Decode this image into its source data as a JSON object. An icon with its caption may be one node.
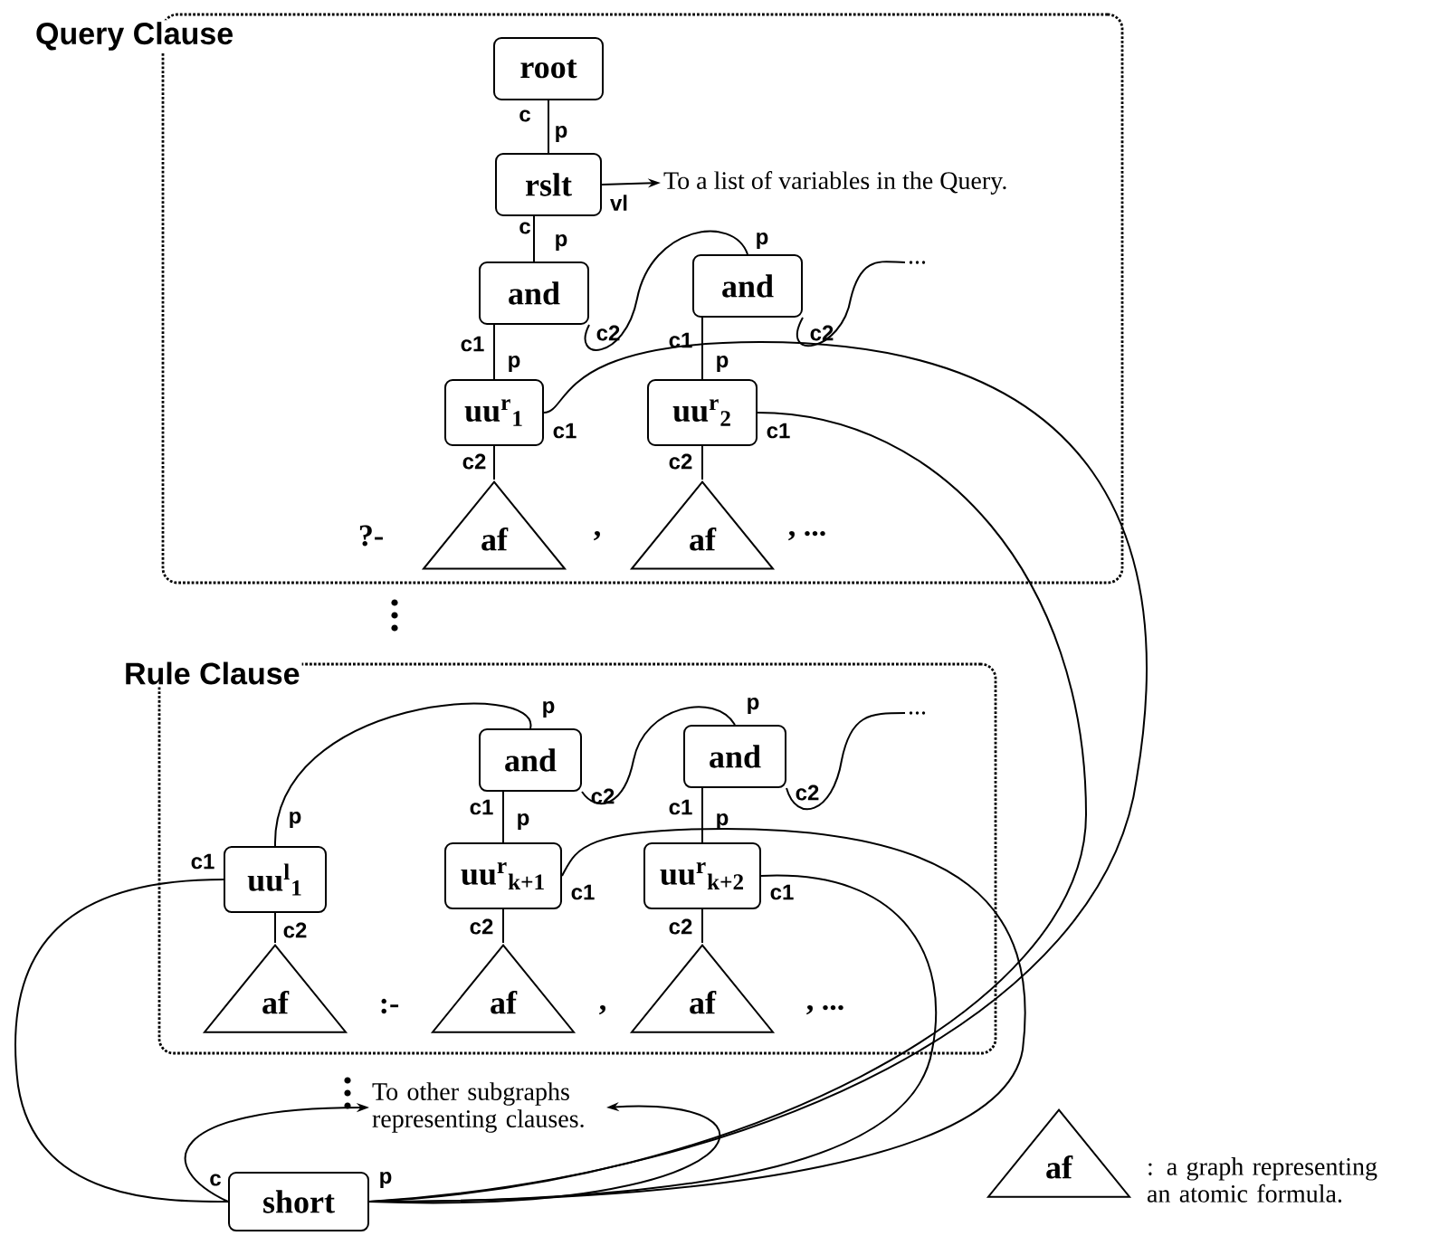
{
  "diagram": {
    "nodes": [
      {
        "text": [
          "Query Clause"
        ]
      },
      {
        "text": [
          "root"
        ],
        "in": 0
      },
      {
        "text": [
          "rslt"
        ],
        "in": 0
      },
      {
        "text": [
          "To a list of variables in the Query."
        ],
        "in": 0
      },
      {
        "text": [
          "and"
        ],
        "in": 0
      },
      {
        "text": [
          "and"
        ],
        "in": 0
      },
      {
        "text": [
          "..."
        ],
        "in": 0
      },
      {
        "text": [
          "uu$^{r}$$_{1}$"
        ],
        "in": 0
      },
      {
        "text": [
          "uu$^{r}$$_{2}$"
        ],
        "in": 0
      },
      {
        "text": [
          "af"
        ],
        "in": 0
      },
      {
        "text": [
          "af"
        ],
        "in": 0
      },
      {
        "text": [
          "Rule Clause"
        ]
      },
      {
        "text": [
          "and"
        ],
        "in": 11
      },
      {
        "text": [
          "and"
        ],
        "in": 11
      },
      {
        "text": [
          "..."
        ],
        "in": 11
      },
      {
        "text": [
          "uu$^{l}$$_{1}$"
        ],
        "in": 11
      },
      {
        "text": [
          "uu$^{r}$$_{k+1}$"
        ],
        "in": 11
      },
      {
        "text": [
          "uu$^{r}$$_{k+2}$"
        ],
        "in": 11
      },
      {
        "text": [
          "af"
        ],
        "in": 11
      },
      {
        "text": [
          "af"
        ],
        "in": 11
      },
      {
        "text": [
          "af"
        ],
        "in": 11
      },
      {
        "text": [
          "To other subgraphs representing clauses."
        ]
      },
      {
        "text": [
          "short"
        ]
      },
      {
        "text": [
          "af"
        ],
        "beside": [
          ": a graph representing an atomic formula."
        ]
      }
    ],
    "edges": [
      {
        "from": 1,
        "to": 2,
        "arrow": "none"
      },
      {
        "from": 2,
        "to": 3,
        "arrow": "to"
      },
      {
        "from": 2,
        "to": 4,
        "arrow": "none"
      },
      {
        "from": 4,
        "to": 5,
        "arrow": "none"
      },
      {
        "from": 5,
        "to": 6,
        "arrow": "none"
      },
      {
        "from": 4,
        "to": 7,
        "arrow": "none"
      },
      {
        "from": 5,
        "to": 8,
        "arrow": "none"
      },
      {
        "from": 7,
        "to": 9,
        "arrow": "none"
      },
      {
        "from": 8,
        "to": 10,
        "arrow": "none"
      },
      {
        "from": 7,
        "to": 22,
        "arrow": "none"
      },
      {
        "from": 8,
        "to": 22,
        "arrow": "none"
      },
      {
        "from": 15,
        "to": 12,
        "arrow": "none"
      },
      {
        "from": 12,
        "to": 13,
        "arrow": "none"
      },
      {
        "from": 13,
        "to": 14,
        "arrow": "none"
      },
      {
        "from": 12,
        "to": 16,
        "arrow": "none"
      },
      {
        "from": 13,
        "to": 17,
        "arrow": "none"
      },
      {
        "from": 15,
        "to": 18,
        "arrow": "none"
      },
      {
        "from": 16,
        "to": 19,
        "arrow": "none"
      },
      {
        "from": 17,
        "to": 20,
        "arrow": "none"
      },
      {
        "from": 15,
        "to": 22,
        "arrow": "none"
      },
      {
        "from": 16,
        "to": 22,
        "arrow": "none"
      },
      {
        "from": 17,
        "to": 22,
        "arrow": "none"
      },
      {
        "from": 22,
        "to": 21,
        "arrow": "to"
      },
      {
        "from": 22,
        "to": 21,
        "arrow": "to"
      }
    ],
    "labels": [
      "c",
      "p",
      "vl",
      "c",
      "p",
      "p",
      "c1",
      "c2",
      "c1",
      "c2",
      "p",
      "p",
      "c1",
      "c1",
      "c2",
      "c2",
      "?-",
      ",",
      ", ...",
      "p",
      "p",
      "c1",
      "c2",
      "c1",
      "c2",
      "p",
      "p",
      "p",
      "c1",
      "c1",
      "c1",
      "c2",
      "c2",
      "c2",
      ":-",
      ",",
      ", ...",
      "c",
      "p"
    ]
  }
}
